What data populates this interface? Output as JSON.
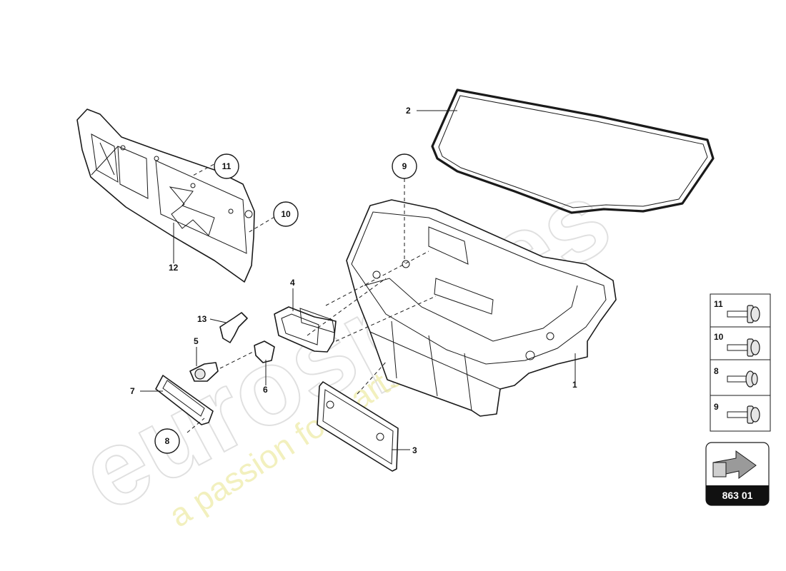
{
  "watermark": {
    "brand": "eurospares",
    "tagline": "a passion for parts since 1985"
  },
  "callouts": {
    "p1": "1",
    "p2": "2",
    "p3": "3",
    "p4": "4",
    "p5": "5",
    "p6": "6",
    "p7": "7",
    "p8": "8",
    "p9": "9",
    "p10": "10",
    "p11": "11",
    "p12": "12",
    "p13": "13"
  },
  "legend": {
    "rows": [
      {
        "label": "11"
      },
      {
        "label": "10"
      },
      {
        "label": "8"
      },
      {
        "label": "9"
      }
    ]
  },
  "reference": {
    "code": "863 01",
    "icon": "arrow-icon"
  },
  "colors": {
    "line": "#1a1a1a",
    "badge": "#111111",
    "watermark_grey": "#c8c8c8",
    "watermark_yellow": "#e8e58a"
  }
}
